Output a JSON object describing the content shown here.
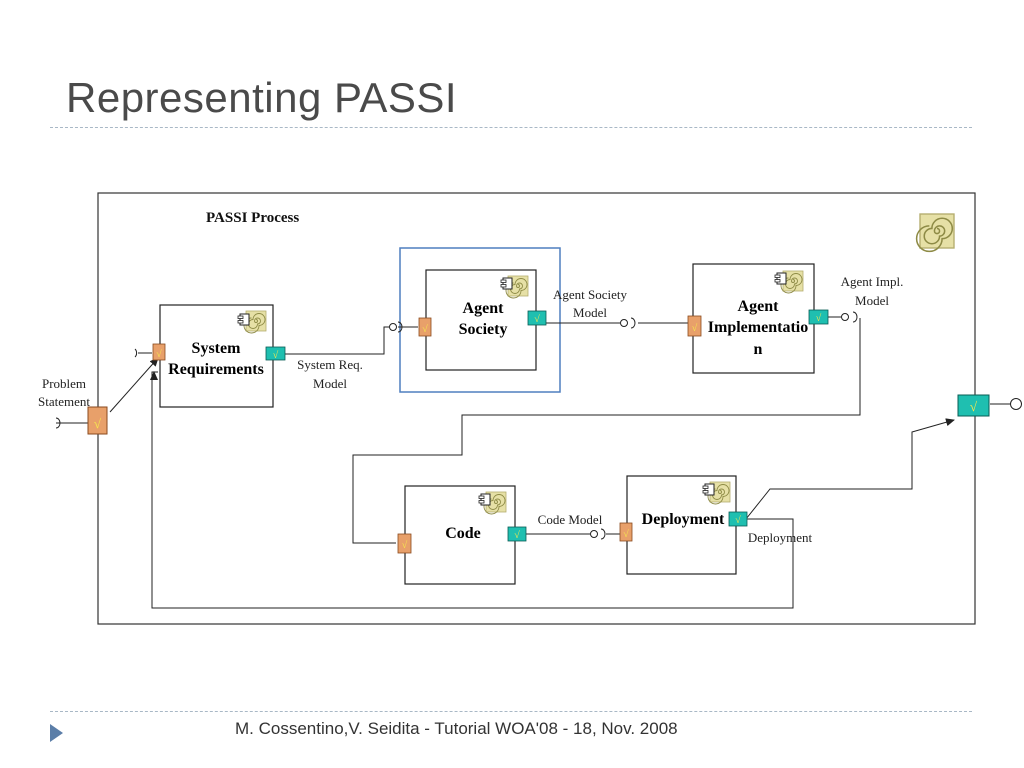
{
  "slide": {
    "title": "Representing PASSI",
    "footer": "M. Cossentino,V. Seidita - Tutorial WOA'08 - 18, Nov. 2008"
  },
  "diagram": {
    "process_label": "PASSI Process",
    "nodes": {
      "system_requirements": {
        "line1": "System",
        "line2": "Requirements"
      },
      "agent_society": {
        "line1": "Agent",
        "line2": "Society"
      },
      "agent_implementation": {
        "line1": "Agent",
        "line2": "Implementatio",
        "line3": "n"
      },
      "code": {
        "line1": "Code"
      },
      "deployment": {
        "line1": "Deployment"
      }
    },
    "labels": {
      "problem_statement": {
        "line1": "Problem",
        "line2": "Statement"
      },
      "system_req_model": {
        "line1": "System Req.",
        "line2": "Model"
      },
      "agent_society_model": {
        "line1": "Agent Society",
        "line2": "Model"
      },
      "agent_impl_model": {
        "line1": "Agent Impl.",
        "line2": "Model"
      },
      "code_model": "Code Model",
      "deployment_out": "Deployment"
    },
    "colors": {
      "input_port": "#e8a06a",
      "output_port": "#1fbfb0",
      "spiral": "#d9d28a",
      "highlight_border": "#4f7fbf",
      "frame_border": "#333333"
    },
    "check_glyph": "√"
  }
}
